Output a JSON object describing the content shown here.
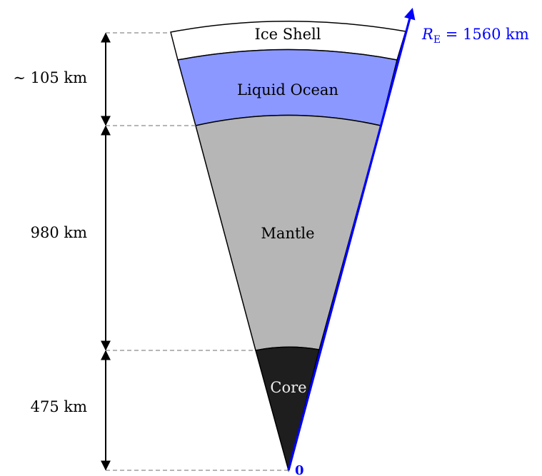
{
  "layers": {
    "ice_shell": {
      "label": "Ice Shell",
      "fill": "#ffffff"
    },
    "liquid_ocean": {
      "label": "Liquid Ocean",
      "fill": "#8b98ff"
    },
    "mantle": {
      "label": "Mantle",
      "fill": "#b6b6b6"
    },
    "core": {
      "label": "Core",
      "fill": "#1e1e1e"
    }
  },
  "thickness_labels": {
    "outer": "∼ 105 km",
    "mantle": "980 km",
    "core": "475 km"
  },
  "radius_label": {
    "symbol": "R",
    "subscript": "E",
    "value": " = 1560 km"
  },
  "origin_label": "0",
  "colors": {
    "radius_arrow": "#0000ff",
    "guide_lines": "#8a8a8a",
    "dimension_arrows": "#000000",
    "core_text": "#eeeeee"
  }
}
